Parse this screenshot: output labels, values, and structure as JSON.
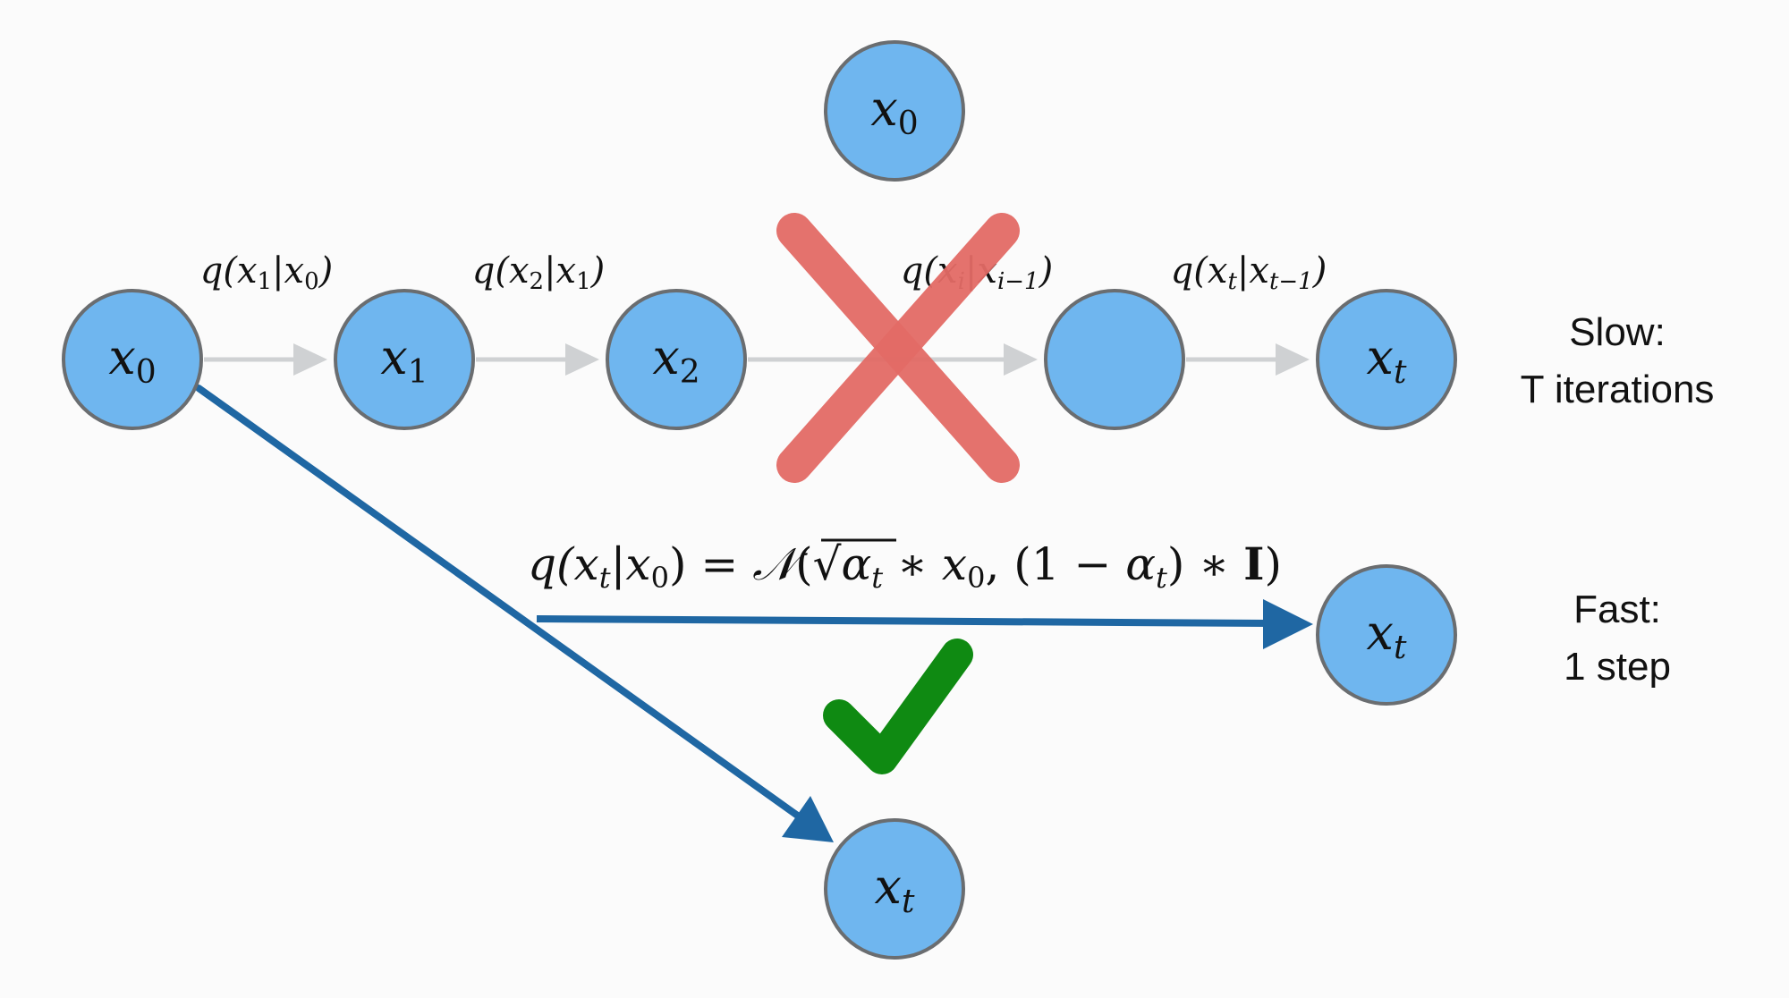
{
  "diagram": {
    "nodes": {
      "top_x0": {
        "base": "x",
        "sub": "0"
      },
      "chain_x0": {
        "base": "x",
        "sub": "0"
      },
      "chain_x1": {
        "base": "x",
        "sub": "1"
      },
      "chain_x2": {
        "base": "x",
        "sub": "2"
      },
      "chain_xi": {
        "base": "",
        "sub": ""
      },
      "chain_xt": {
        "base": "x",
        "sub": "t"
      },
      "fast_xt": {
        "base": "x",
        "sub": "t"
      },
      "bottom_xt": {
        "base": "x",
        "sub": "t"
      }
    },
    "edge_labels": {
      "e1": {
        "pre": "q(x",
        "s1": "1",
        "mid": "|x",
        "s2": "0",
        "post": ")"
      },
      "e2": {
        "pre": "q(x",
        "s1": "2",
        "mid": "|x",
        "s2": "1",
        "post": ")"
      },
      "e3": {
        "pre": "q(x",
        "s1": "i",
        "mid": "|x",
        "s2": "i−1",
        "post": ")"
      },
      "e4": {
        "pre": "q(x",
        "s1": "t",
        "mid": "|x",
        "s2": "t−1",
        "post": ")"
      }
    },
    "formula": {
      "p1": "q(x",
      "s1": "t",
      "p2": "|x",
      "s2": "0",
      "p3": ") = ",
      "cal_n": "𝒩",
      "p4": "(",
      "sqrt": "√",
      "alpha": "α",
      "s3": "t",
      "p5": " ∗ x",
      "s4": "0",
      "p6": ", (1 − ",
      "alpha2": "α",
      "s5": "t",
      "p7": ") ∗ ",
      "bold_i": "I",
      "p8": ")"
    },
    "side_labels": {
      "slow_line1": "Slow:",
      "slow_line2": "T iterations",
      "fast_line1": "Fast:",
      "fast_line2": "1 step"
    },
    "colors": {
      "node_fill": "#6fb6ef",
      "node_stroke": "#6a6d70",
      "chain_arrow": "#cfd1d3",
      "fast_arrow": "#1f67a3",
      "cross": "#e36b66",
      "check": "#0f8a12"
    }
  }
}
